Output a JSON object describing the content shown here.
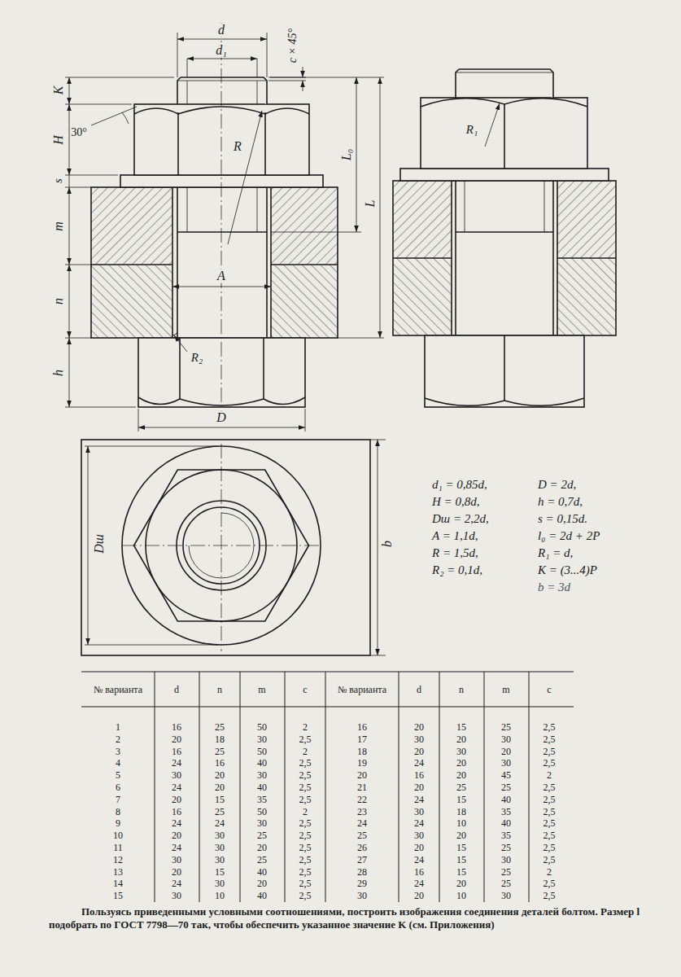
{
  "diagram": {
    "caption": "Пользуясь приведенными условными соотношениями, построить изображения соединения деталей болтом. Размер l подобрать по ГОСТ 7798—70 так, чтобы обеспечить указанное значение K (см. Приложения)",
    "labels": [
      "d",
      "d₁",
      "c × 45°",
      "K",
      "30°",
      "H",
      "R",
      "L₀",
      "L",
      "s",
      "m",
      "n",
      "A",
      "R₂",
      "h",
      "D",
      "R₁",
      "Dш",
      "b",
      "d₁ = 0,85d,",
      "D = 2d,",
      "H = 0,8d,",
      "h = 0,7d,",
      "Dш = 2,2d,",
      "s = 0,15d.",
      "A = 1,1d,",
      "l₀ = 2d + 2P",
      "R = 1,5d,",
      "R₁ = d,",
      "R₂ = 0,1d,",
      "K = (3...4)P",
      "b = 3d",
      "№ варианта",
      "d",
      "n",
      "m",
      "c",
      "№ варианта",
      "d",
      "n",
      "m",
      "c",
      "1",
      "16",
      "25",
      "50",
      "2",
      "16",
      "20",
      "15",
      "25",
      "2,5",
      "2",
      "20",
      "18",
      "30",
      "2,5",
      "17",
      "30",
      "20",
      "30",
      "2,5",
      "3",
      "16",
      "25",
      "50",
      "2",
      "18",
      "20",
      "30",
      "20",
      "2,5",
      "4",
      "24",
      "16",
      "40",
      "2,5",
      "19",
      "24",
      "20",
      "30",
      "2,5",
      "5",
      "30",
      "20",
      "30",
      "2,5",
      "20",
      "16",
      "20",
      "45",
      "2",
      "6",
      "24",
      "20",
      "40",
      "2,5",
      "21",
      "20",
      "25",
      "25",
      "2,5",
      "7",
      "20",
      "15",
      "35",
      "2,5",
      "22",
      "24",
      "15",
      "40",
      "2,5",
      "8",
      "16",
      "25",
      "50",
      "2",
      "23",
      "30",
      "18",
      "35",
      "2,5",
      "9",
      "24",
      "24",
      "30",
      "2,5",
      "24",
      "24",
      "10",
      "40",
      "2,5",
      "10",
      "20",
      "30",
      "25",
      "2,5",
      "25",
      "30",
      "20",
      "35",
      "2,5",
      "11",
      "24",
      "30",
      "20",
      "2,5",
      "26",
      "20",
      "15",
      "25",
      "2,5",
      "12",
      "30",
      "30",
      "25",
      "2,5",
      "27",
      "24",
      "15",
      "30",
      "2,5",
      "13",
      "20",
      "15",
      "40",
      "2,5",
      "28",
      "16",
      "15",
      "25",
      "2",
      "14",
      "24",
      "30",
      "20",
      "2,5",
      "29",
      "24",
      "20",
      "25",
      "2,5",
      "15",
      "30",
      "10",
      "40",
      "2,5",
      "30",
      "20",
      "10",
      "30",
      "2,5"
    ]
  }
}
